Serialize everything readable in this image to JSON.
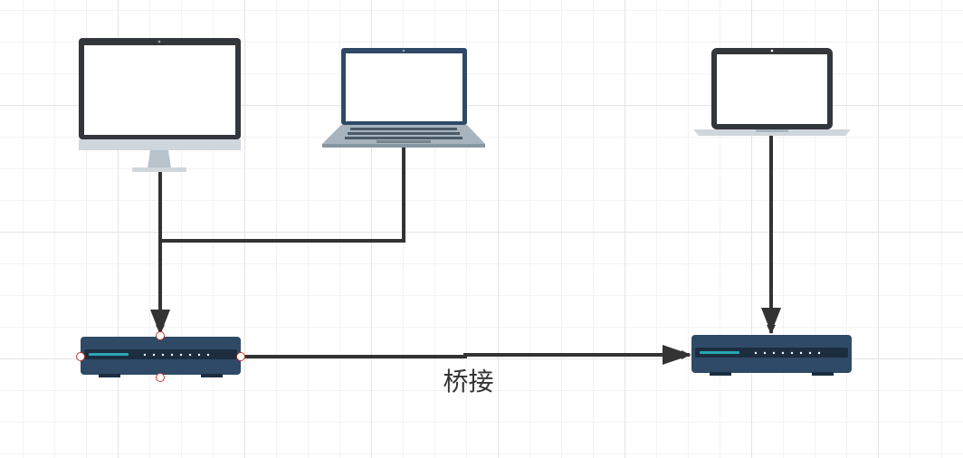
{
  "diagram": {
    "nodes": [
      {
        "id": "imac",
        "kind": "desktop-monitor"
      },
      {
        "id": "laptop-left",
        "kind": "laptop"
      },
      {
        "id": "laptop-right",
        "kind": "laptop"
      },
      {
        "id": "switch-left",
        "kind": "network-switch"
      },
      {
        "id": "switch-right",
        "kind": "network-switch"
      }
    ],
    "edges": [
      {
        "from": "imac",
        "to": "switch-left"
      },
      {
        "from": "laptop-left",
        "to": "switch-left"
      },
      {
        "from": "laptop-right",
        "to": "switch-right"
      },
      {
        "from": "switch-left",
        "to": "switch-right",
        "label": "桥接"
      }
    ]
  },
  "colors": {
    "device_dark": "#2f4a66",
    "screen_frame": "#33363b",
    "stand": "#cfd6dc",
    "connector": "#333333",
    "port_orange": "#f0b98a",
    "led_teal": "#2aa6b4",
    "selection_handle": "#c0392b"
  }
}
